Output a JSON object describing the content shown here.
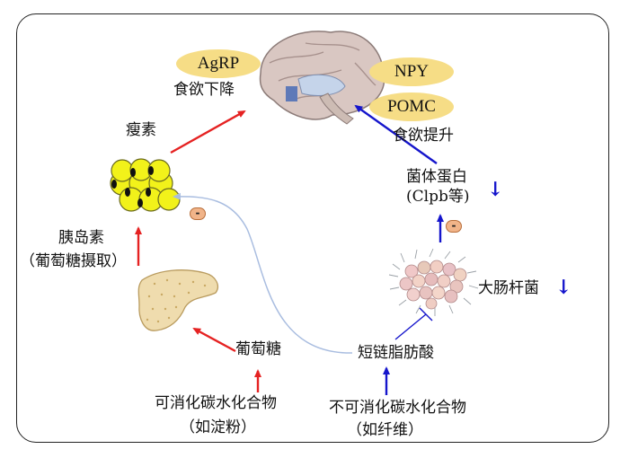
{
  "labels": {
    "agrp": "AgRP",
    "npy": "NPY",
    "pomc": "POMC",
    "appetite_down": "食欲下降",
    "appetite_up": "食欲提升",
    "leptin": "瘦素",
    "bacterial_protein": "菌体蛋白",
    "clpb": "(Clpb等)",
    "insulin": "胰岛素",
    "glucose_uptake": "（葡萄糖摄取）",
    "gut_bacteria": "大肠杆菌",
    "glucose": "葡萄糖",
    "scfa": "短链脂肪酸",
    "digestible_carbs": "可消化碳水化合物",
    "starch": "（如淀粉）",
    "indigestible_carbs": "不可消化碳水化合物",
    "fiber": "（如纤维）",
    "minus": "-"
  },
  "arrows": {
    "down": "↓"
  },
  "colors": {
    "red_arrow": "#e52222",
    "blue_arrow": "#1515cc",
    "curve": "#a9bde0",
    "hormone_bg": "#f6dd86",
    "fat_cell": "#f2f21a",
    "pancreas": "#efdcae"
  }
}
